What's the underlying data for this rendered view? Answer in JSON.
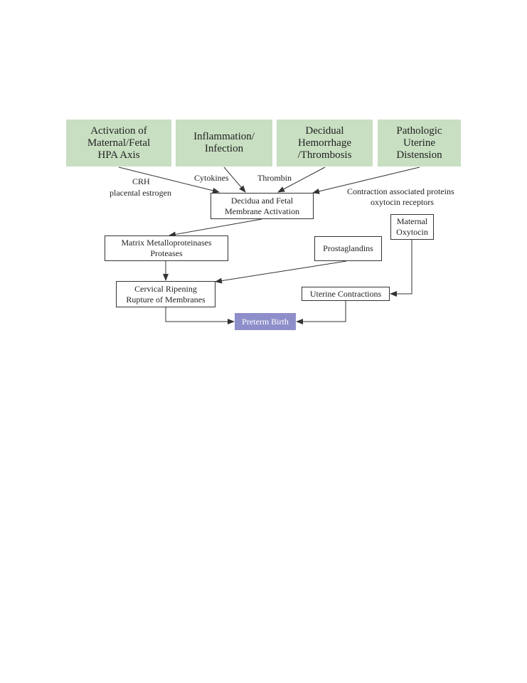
{
  "causes": {
    "hpa": "Activation of\nMaternal/Fetal\nHPA Axis",
    "inflammation": "Inflammation/\nInfection",
    "hemorrhage": "Decidual\nHemorrhage\n/Thrombosis",
    "distension": "Pathologic\nUterine\nDistension"
  },
  "mediators": {
    "crh": "CRH",
    "placental_estrogen": "placental estrogen",
    "cytokines": "Cytokines",
    "thrombin": "Thrombin",
    "contraction_proteins": "Contraction associated proteins",
    "oxytocin_receptors": "oxytocin receptors"
  },
  "nodes": {
    "decidua": "Decidua and Fetal\nMembrane Activation",
    "mmp": "Matrix Metalloproteinases\nProteases",
    "prostaglandins": "Prostaglandins",
    "maternal_oxytocin": "Maternal\nOxytocin",
    "cervical": "Cervical Ripening\nRupture of Membranes",
    "uterine_contractions": "Uterine Contractions",
    "preterm_birth": "Preterm Birth"
  },
  "colors": {
    "cause_fill": "#c8dfc2",
    "outcome_fill": "#8e8fca",
    "line": "#333333"
  }
}
